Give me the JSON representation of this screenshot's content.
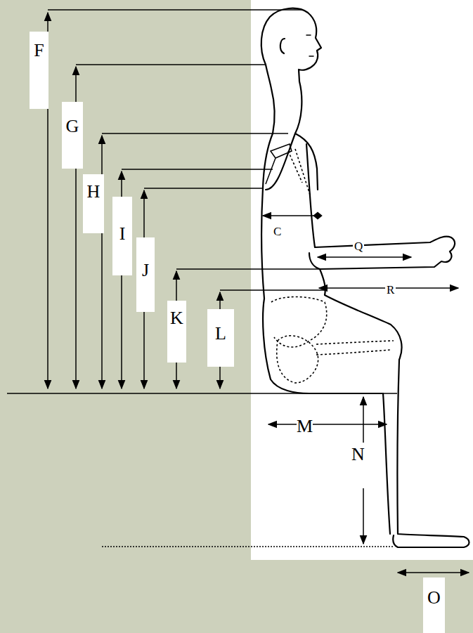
{
  "diagram": {
    "labels": [
      "F",
      "G",
      "H",
      "I",
      "J",
      "C",
      "Q",
      "K",
      "R",
      "L",
      "M",
      "N",
      "O"
    ]
  }
}
